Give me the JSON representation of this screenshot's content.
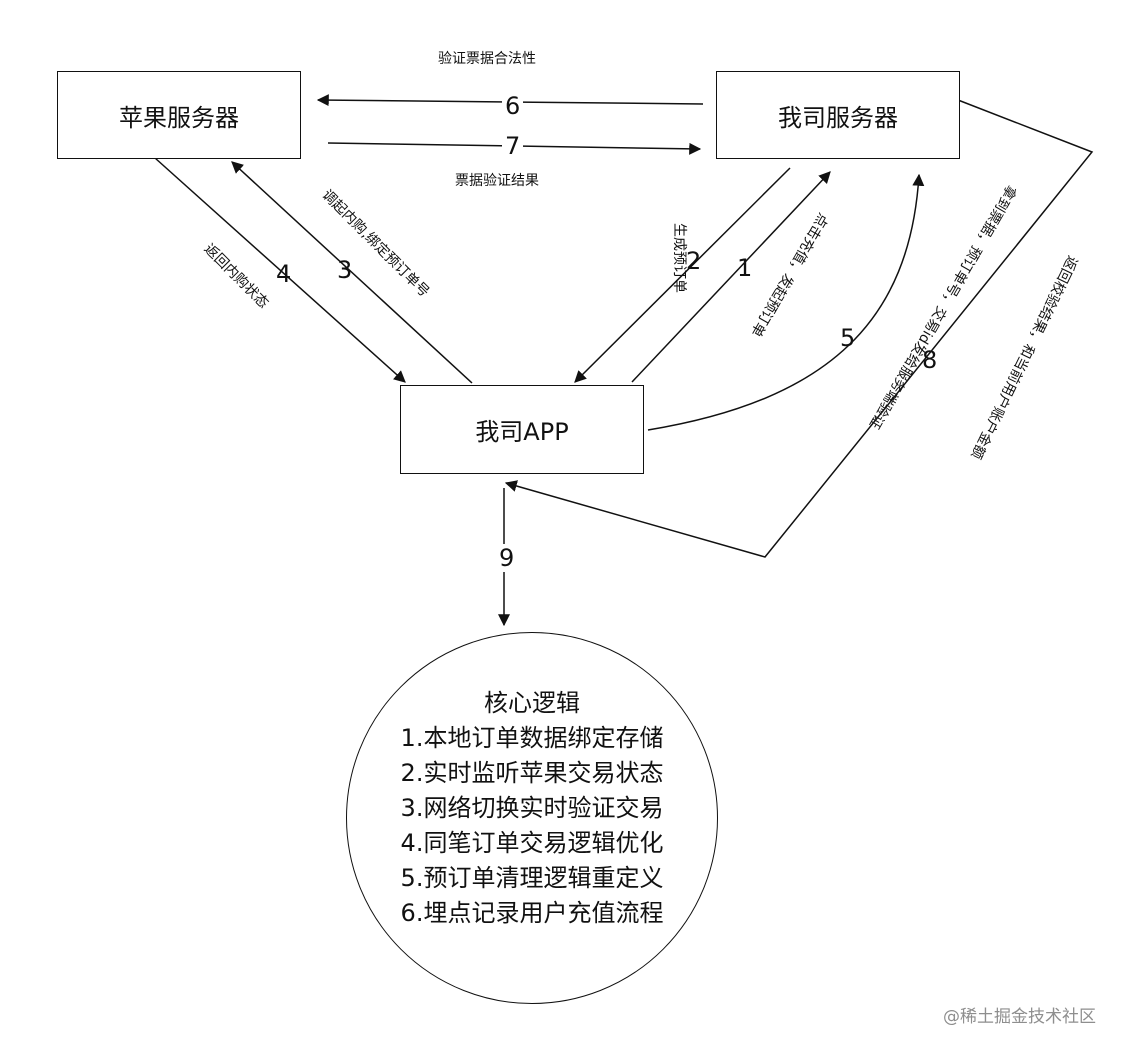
{
  "nodes": {
    "apple_server": "苹果服务器",
    "our_server": "我司服务器",
    "our_app": "我司APP"
  },
  "edges": {
    "e1": {
      "num": "1",
      "label": "点击充值，发起预订单"
    },
    "e2": {
      "num": "2",
      "label": "生成预订单"
    },
    "e3": {
      "num": "3",
      "label": "调起内购,绑定预订单号"
    },
    "e4": {
      "num": "4",
      "label": "返回内购状态"
    },
    "e5": {
      "num": "5",
      "label": "拿到票据，预订单号，交易id发给服务端验证"
    },
    "e6": {
      "num": "6",
      "label": "验证票据合法性"
    },
    "e7": {
      "num": "7",
      "label": "票据验证结果"
    },
    "e8": {
      "num": "8",
      "label": "返回校验结果，和当前用户账户金额"
    },
    "e9": {
      "num": "9"
    }
  },
  "core": {
    "title": "核心逻辑",
    "items": [
      "1.本地订单数据绑定存储",
      "2.实时监听苹果交易状态",
      "3.网络切换实时验证交易",
      "4.同笔订单交易逻辑优化",
      "5.预订单清理逻辑重定义",
      "6.埋点记录用户充值流程"
    ]
  },
  "watermark": "@稀土掘金技术社区"
}
